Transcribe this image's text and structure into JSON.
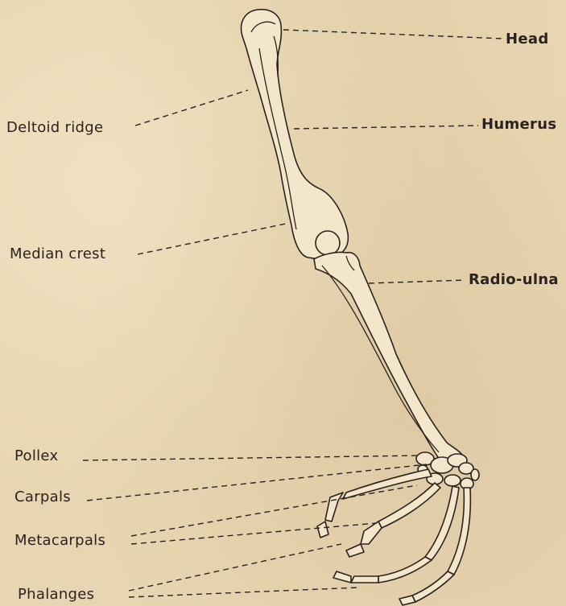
{
  "labels": {
    "head": "Head",
    "humerus": "Humerus",
    "deltoid_ridge": "Deltoid ridge",
    "median_crest": "Median crest",
    "radio_ulna": "Radio-ulna",
    "pollex": "Pollex",
    "carpals": "Carpals",
    "metacarpals": "Metacarpals",
    "phalanges": "Phalanges"
  },
  "colors": {
    "paper": "#e8d6b2",
    "ink": "#2a2320",
    "bone_fill": "#f3e6ca"
  }
}
